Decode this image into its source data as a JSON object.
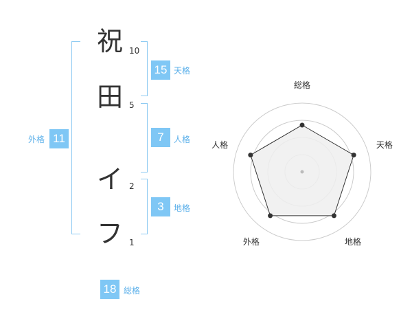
{
  "name": {
    "chars": [
      {
        "char": "祝",
        "strokes": "10"
      },
      {
        "char": "田",
        "strokes": "5"
      },
      {
        "char": "イ",
        "strokes": "2"
      },
      {
        "char": "フ",
        "strokes": "1"
      }
    ]
  },
  "kakusu": {
    "tenkaku": {
      "value": "15",
      "label": "天格"
    },
    "jinkaku": {
      "value": "7",
      "label": "人格"
    },
    "chikaku": {
      "value": "3",
      "label": "地格"
    },
    "gaikaku": {
      "value": "11",
      "label": "外格"
    },
    "soukaku": {
      "value": "18",
      "label": "総格"
    }
  },
  "chart_data": {
    "type": "radar",
    "axes": [
      "総格",
      "天格",
      "地格",
      "外格",
      "人格"
    ],
    "values": [
      0.68,
      0.79,
      0.79,
      0.79,
      0.79
    ],
    "rings": 4,
    "colors": {
      "fill": "#eeeeee",
      "line": "#333333",
      "ring": "#cccccc"
    }
  }
}
